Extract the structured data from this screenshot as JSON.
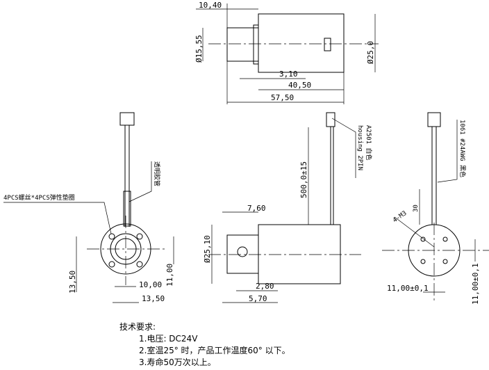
{
  "top_view": {
    "d_length_front": "10,40",
    "d_front_dia": "Ø15,55",
    "d_body_dia": "Ø25,0",
    "d_step": "3,10",
    "d_body_len": "40,50",
    "d_total": "57,50"
  },
  "front_view": {
    "label_screws": "4PCS螺丝*4PCS弹性垫圈",
    "label_sleeve": "透明胶管",
    "d_width_a": "13,50",
    "d_inner": "10,00",
    "d_height": "11,00",
    "d_width_b": "13,50"
  },
  "side_view": {
    "label_housing_line1": "A2501 白色",
    "label_housing_line2": "housing 2PIN",
    "d_lead": "500,0±15",
    "d_front_len": "7,60",
    "d_dia": "Ø25,10",
    "d_step": "2,80",
    "d_flange": "5,70"
  },
  "rear_view": {
    "label_wire": "1061 #24AWG 黑色",
    "label_holes": "4-M3",
    "d_30": "30",
    "d_h_spacing": "11,00±0,1",
    "d_v_spacing": "11,00±0,1"
  },
  "notes": {
    "title": "技术要求:",
    "items": [
      "1.电压: DC24V",
      "2.室温25° 时，产品工作温度60° 以下。",
      "3.寿命50万次以上。"
    ]
  }
}
